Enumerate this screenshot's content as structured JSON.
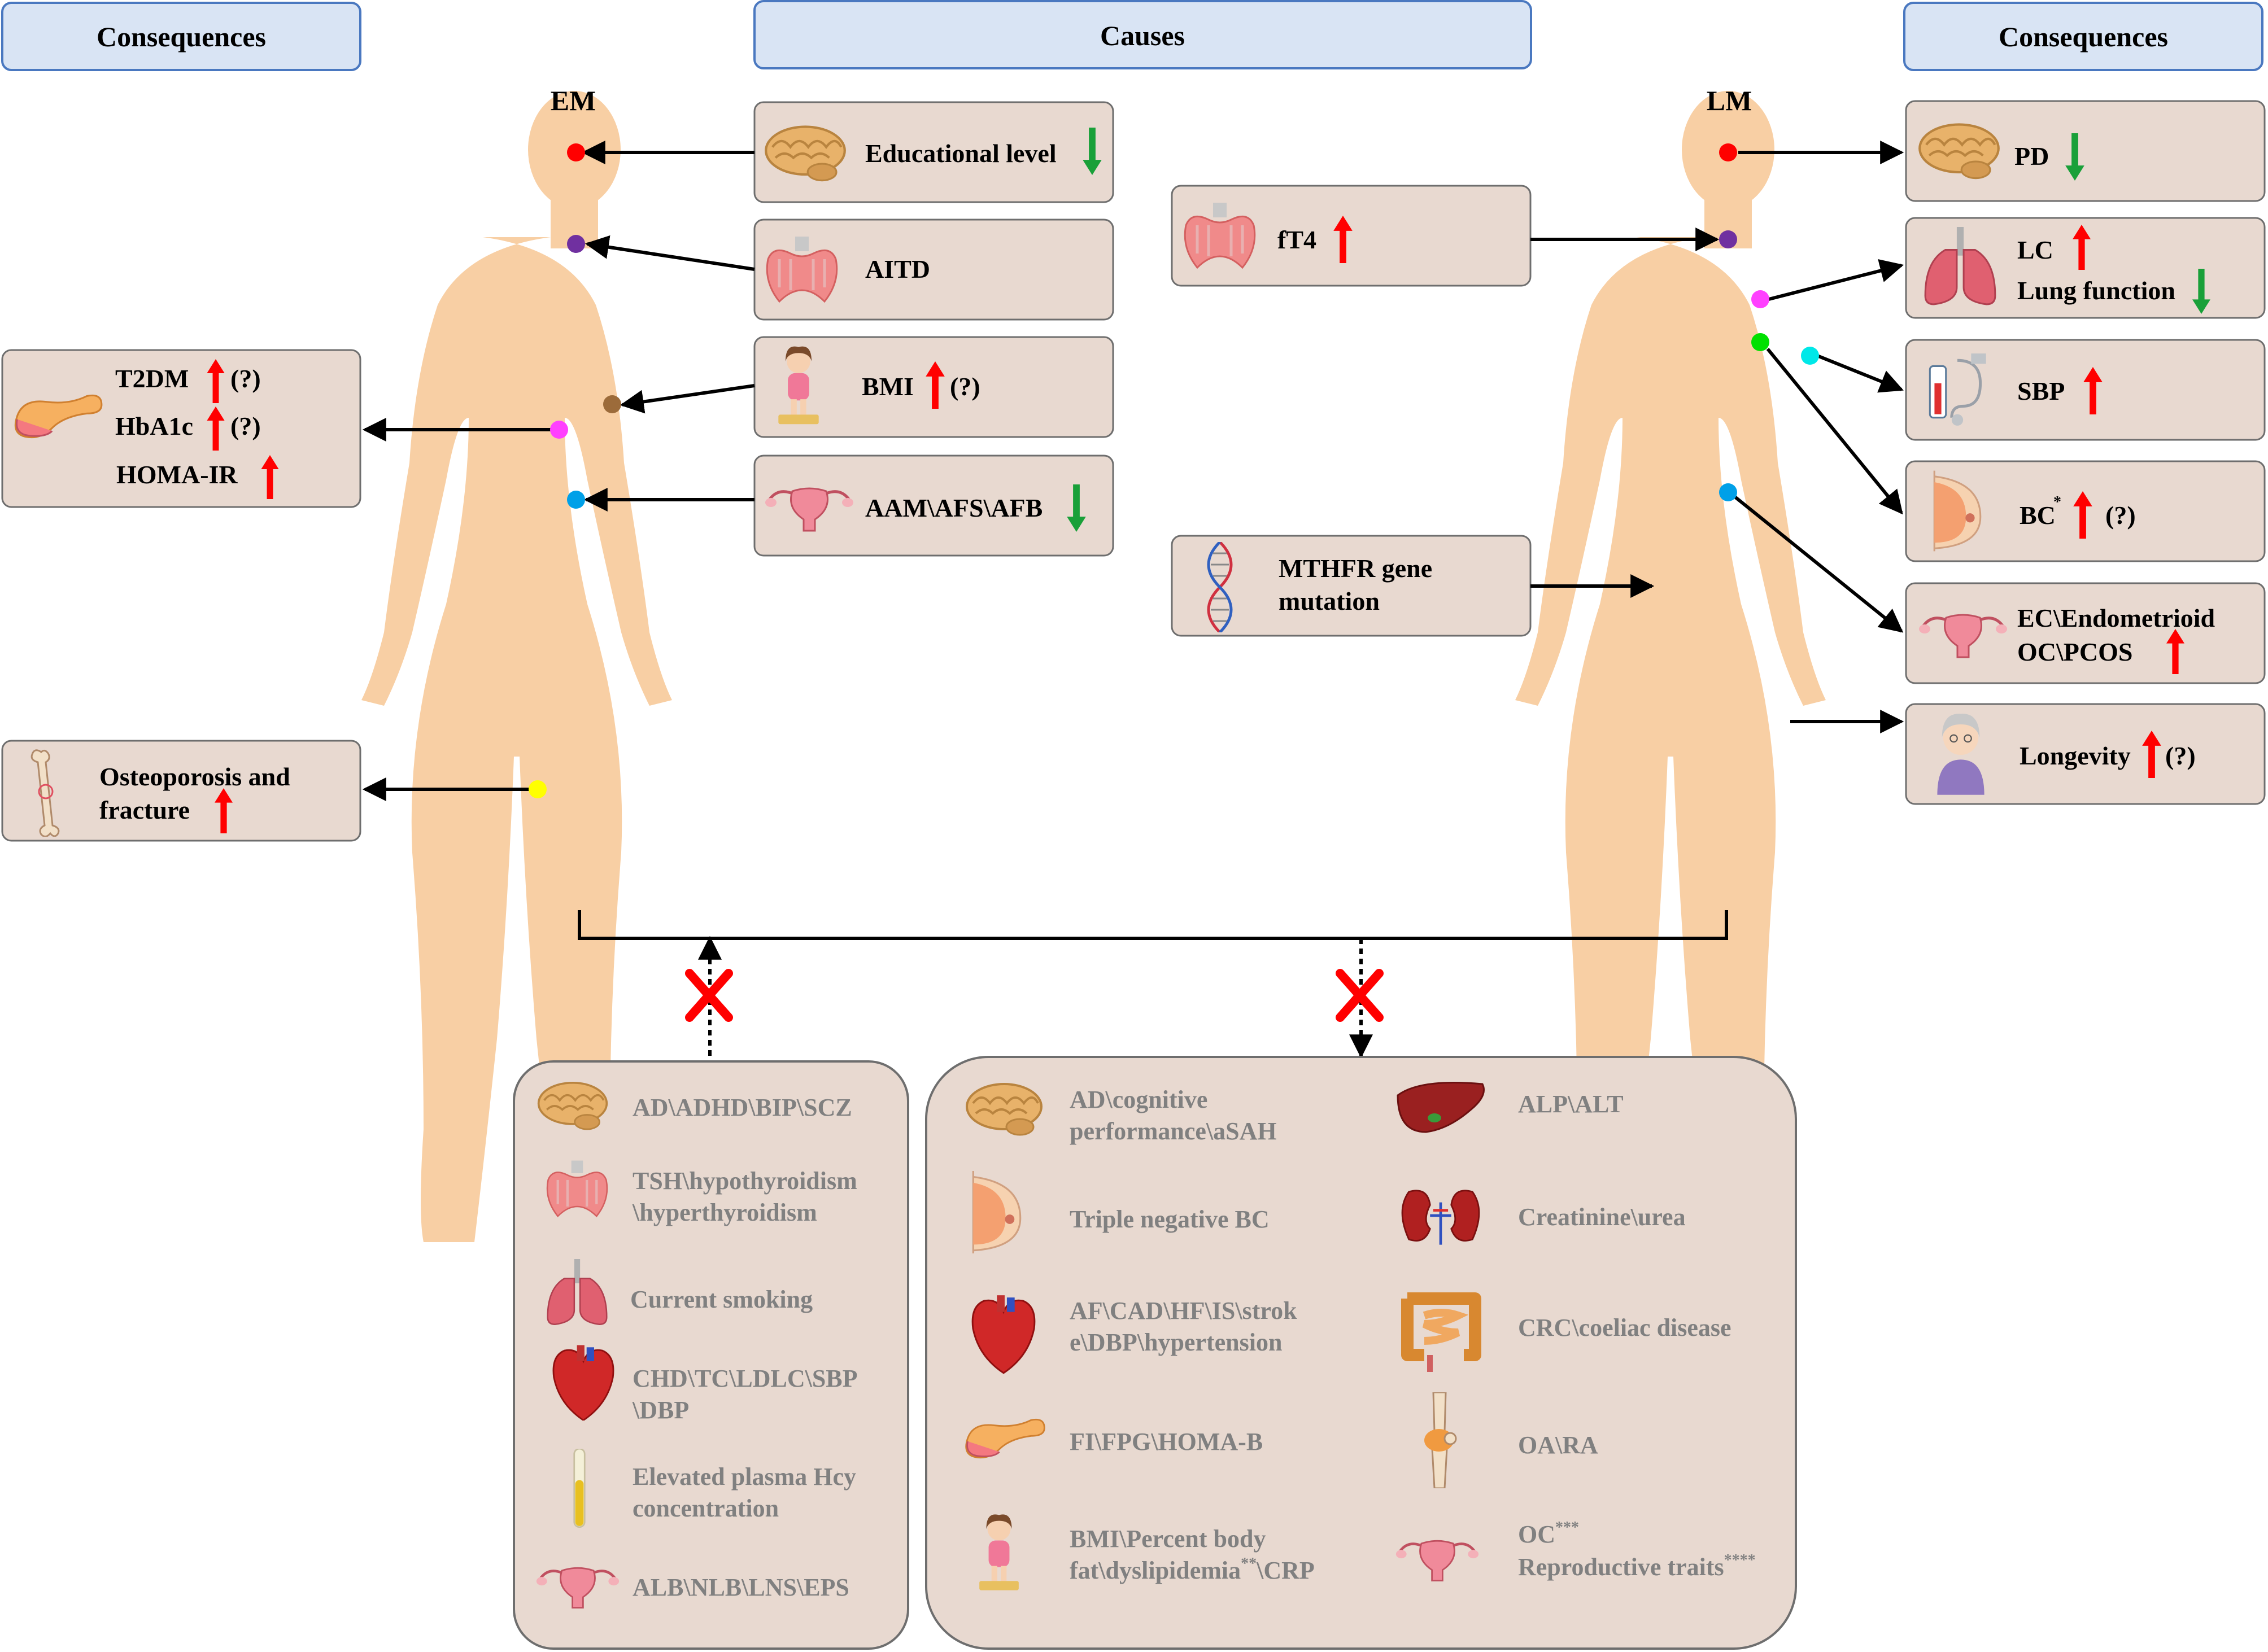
{
  "headers": {
    "left_consequences": "Consequences",
    "causes": "Causes",
    "right_consequences": "Consequences"
  },
  "figures": {
    "em": "EM",
    "lm": "LM"
  },
  "em_causes": [
    {
      "label": "Educational level",
      "trend": "down",
      "icon": "brain-icon"
    },
    {
      "label": "AITD",
      "trend": "",
      "icon": "thyroid-icon"
    },
    {
      "label": "BMI",
      "trend": "up",
      "note": "(?)",
      "icon": "child-on-scale-icon"
    },
    {
      "label": "AAM\\AFS\\AFB",
      "trend": "down",
      "icon": "uterus-icon"
    }
  ],
  "lm_causes": [
    {
      "label": "fT4",
      "trend": "up",
      "icon": "thyroid-icon"
    },
    {
      "line1": "MTHFR gene",
      "line2": "mutation",
      "icon": "dna-icon"
    }
  ],
  "em_consequences": {
    "metabolic": {
      "icon": "pancreas-icon",
      "items": [
        {
          "label": "T2DM",
          "trend": "up",
          "note": "(?)"
        },
        {
          "label": "HbA1c",
          "trend": "up",
          "note": "(?)"
        },
        {
          "label": "HOMA-IR",
          "trend": "up",
          "note": ""
        }
      ]
    },
    "bone": {
      "line1": "Osteoporosis and",
      "line2": "fracture",
      "trend": "up",
      "icon": "bone-icon"
    }
  },
  "lm_consequences": [
    {
      "line1": "PD",
      "trend": "down",
      "icon": "brain-icon"
    },
    {
      "line1": "LC",
      "line2": "Lung function",
      "trend1": "up",
      "trend2": "down",
      "icon": "lungs-icon"
    },
    {
      "line1": "SBP",
      "trend": "up",
      "icon": "blood-pressure-icon"
    },
    {
      "line1": "BC",
      "sup": "*",
      "note": "(?)",
      "trend": "up",
      "icon": "breast-icon"
    },
    {
      "line1": "EC\\Endometrioid",
      "line2": "OC\\PCOS",
      "trend": "up",
      "icon": "uterus-icon"
    },
    {
      "line1": "Longevity",
      "note": "(?)",
      "trend": "up",
      "icon": "elderly-woman-icon"
    }
  ],
  "no_association_em": [
    {
      "icon": "brain-icon",
      "line1": "AD\\ADHD\\BIP\\SCZ"
    },
    {
      "icon": "thyroid-icon",
      "line1": "TSH\\hypothyroidism",
      "line2": "\\hyperthyroidism"
    },
    {
      "icon": "lungs-icon",
      "line1": "Current smoking"
    },
    {
      "icon": "heart-icon",
      "line1": "CHD\\TC\\LDLC\\SBP",
      "line2": "\\DBP"
    },
    {
      "icon": "test-tube-icon",
      "line1": "Elevated plasma Hcy",
      "line2": "concentration"
    },
    {
      "icon": "uterus-icon",
      "line1": "ALB\\NLB\\LNS\\EPS"
    }
  ],
  "no_association_shared": [
    {
      "icon": "brain-icon",
      "line1": "AD\\cognitive",
      "line2": "performance\\aSAH"
    },
    {
      "icon": "breast-icon",
      "line1": "Triple negative BC"
    },
    {
      "icon": "heart-icon",
      "line1": "AF\\CAD\\HF\\IS\\strok",
      "line2": "e\\DBP\\hypertension"
    },
    {
      "icon": "pancreas-icon",
      "line1": "FI\\FPG\\HOMA-B"
    },
    {
      "icon": "child-on-scale-icon",
      "line1": "BMI\\Percent body",
      "line2": "fat\\dyslipidemia",
      "sup2": "**",
      "line2b": "\\CRP"
    },
    {
      "icon": "liver-icon",
      "line1": "ALP\\ALT"
    },
    {
      "icon": "kidneys-icon",
      "line1": "Creatinine\\urea"
    },
    {
      "icon": "intestine-icon",
      "line1": "CRC\\coeliac disease"
    },
    {
      "icon": "knee-joint-icon",
      "line1": "OA\\RA"
    },
    {
      "icon": "uterus-icon",
      "line1": "OC",
      "sup1": "***",
      "line2": "Reproductive traits",
      "sup2": "****"
    }
  ],
  "colors": {
    "header_fill": "#d9e4f4",
    "header_border": "#4a78c0",
    "box_fill": "#e8d9d0",
    "box_border": "#6e6e6e",
    "body_fill": "#f8cfa4",
    "arrow_up": "#ff0000",
    "arrow_down": "#19a039",
    "cross": "#ff0000",
    "muted_text": "#808080"
  },
  "markers": {
    "head": "#ff0000",
    "neck": "#7030a0",
    "waist": "#9c6b3a",
    "pancreas": "#ff40ff",
    "pelvis": "#00a0e8",
    "knee": "#ffff00",
    "lung": "#ff40ff",
    "breast": "#00e000",
    "arm": "#00e8e8"
  }
}
